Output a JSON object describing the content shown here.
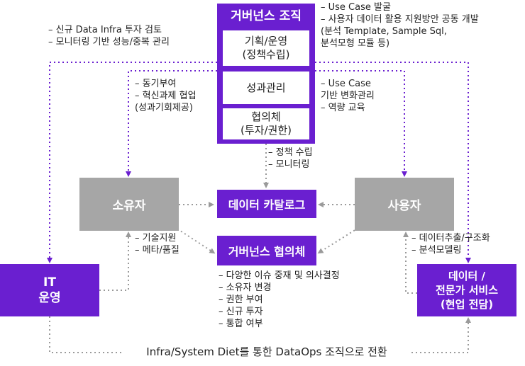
{
  "governance": {
    "title": "거버넌스 조직",
    "boxes": [
      "기획/운영\n(정책수립)",
      "성과관리",
      "협의체\n(투자/권한)"
    ]
  },
  "owner": "소유자",
  "user": "사용자",
  "catalog": "데이터 카탈로그",
  "council": "거버넌스 협의체",
  "it_ops": "IT\n운영",
  "expert": "데이터 /\n전문가 서비스\n(현업 전담)",
  "notes": {
    "top_left": "–  신규 Data Infra 투자 검토\n–  모니터링 기반 성능/중복 관리",
    "top_right": "–  Use Case 발굴\n–  사용자 데이터 활용 지원방안 공동 개발\n    (분석 Template, Sample Sql,\n    분석모형 모듈 등)",
    "gov_left": "–  동기부여\n–  혁신과제 협업\n    (성과기회제공)",
    "gov_right": "–  Use Case\n    기반 변화관리\n–  역량 교육",
    "gov_below": "–  정책 수립\n–  모니터링",
    "owner_below": "–  기술지원\n–  메타/품질",
    "user_below": "–  데이터추출/구조화\n–  분석모델링",
    "council_below": "–  다양한 이슈 중재 및 의사결정\n–  소유자 변경\n–  권한 부여\n–  신규 투자\n–  통합 여부"
  },
  "footer": "Infra/System Diet를 통한 DataOps 조직으로 전환",
  "colors": {
    "purple": "#6a1fd0",
    "gray": "#a6a6a6",
    "dotted_gray": "#9a9a9a"
  }
}
